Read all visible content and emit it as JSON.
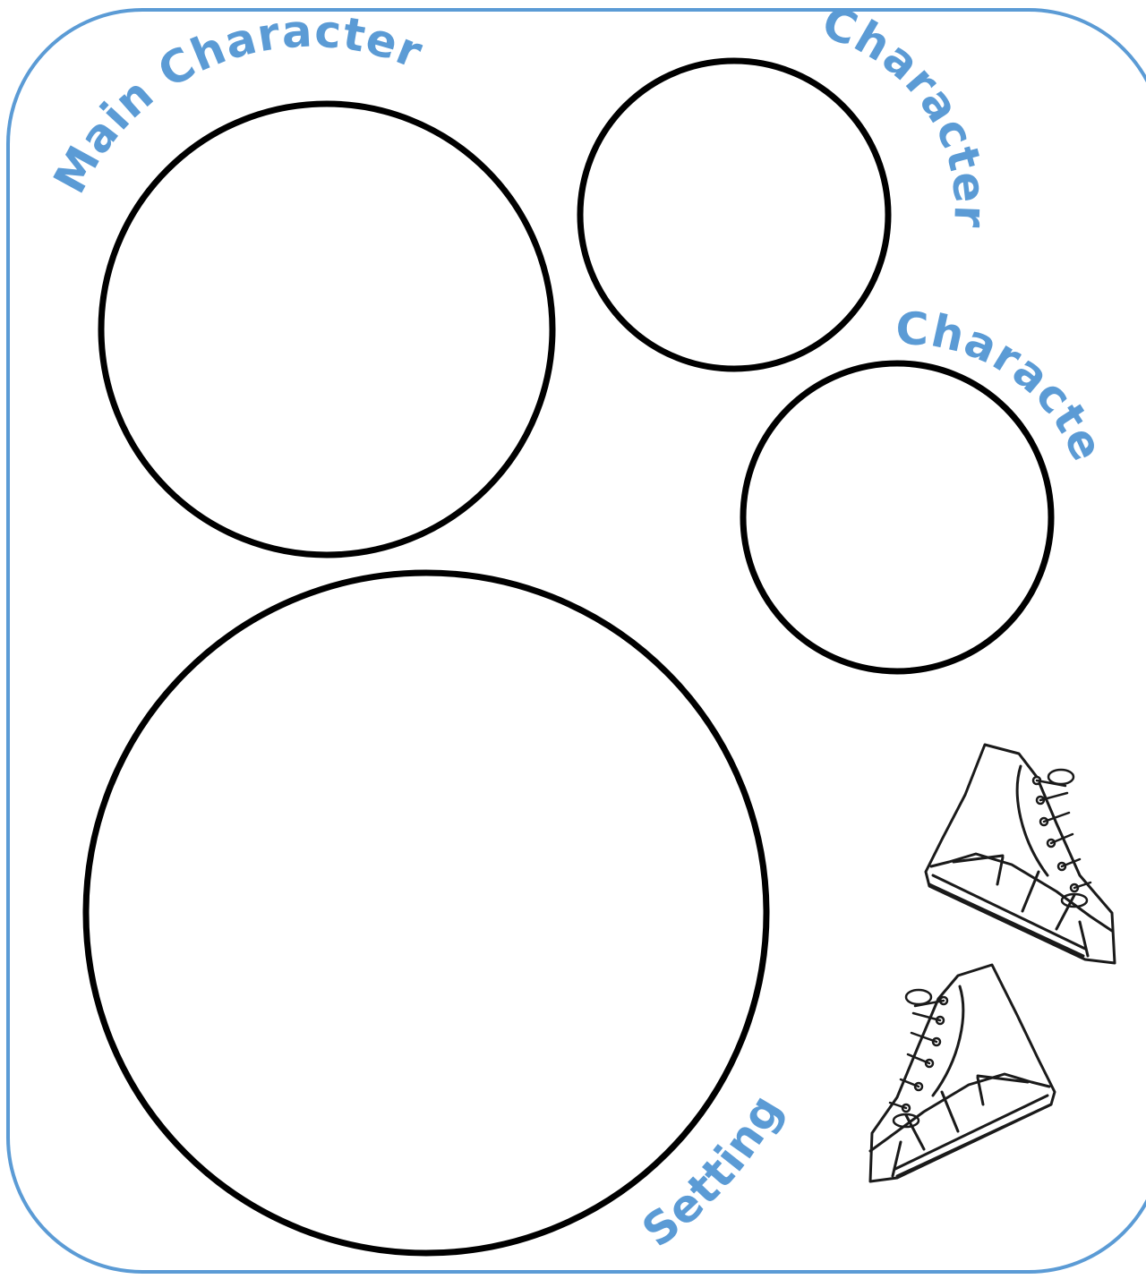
{
  "labels": {
    "main_character": "Main Character",
    "character_1": "Character",
    "character_2": "Character",
    "setting": "Setting"
  },
  "colors": {
    "accent": "#5b9bd5",
    "outline": "#000000"
  },
  "icons": [
    "sneaker-icon",
    "sneaker-icon"
  ]
}
